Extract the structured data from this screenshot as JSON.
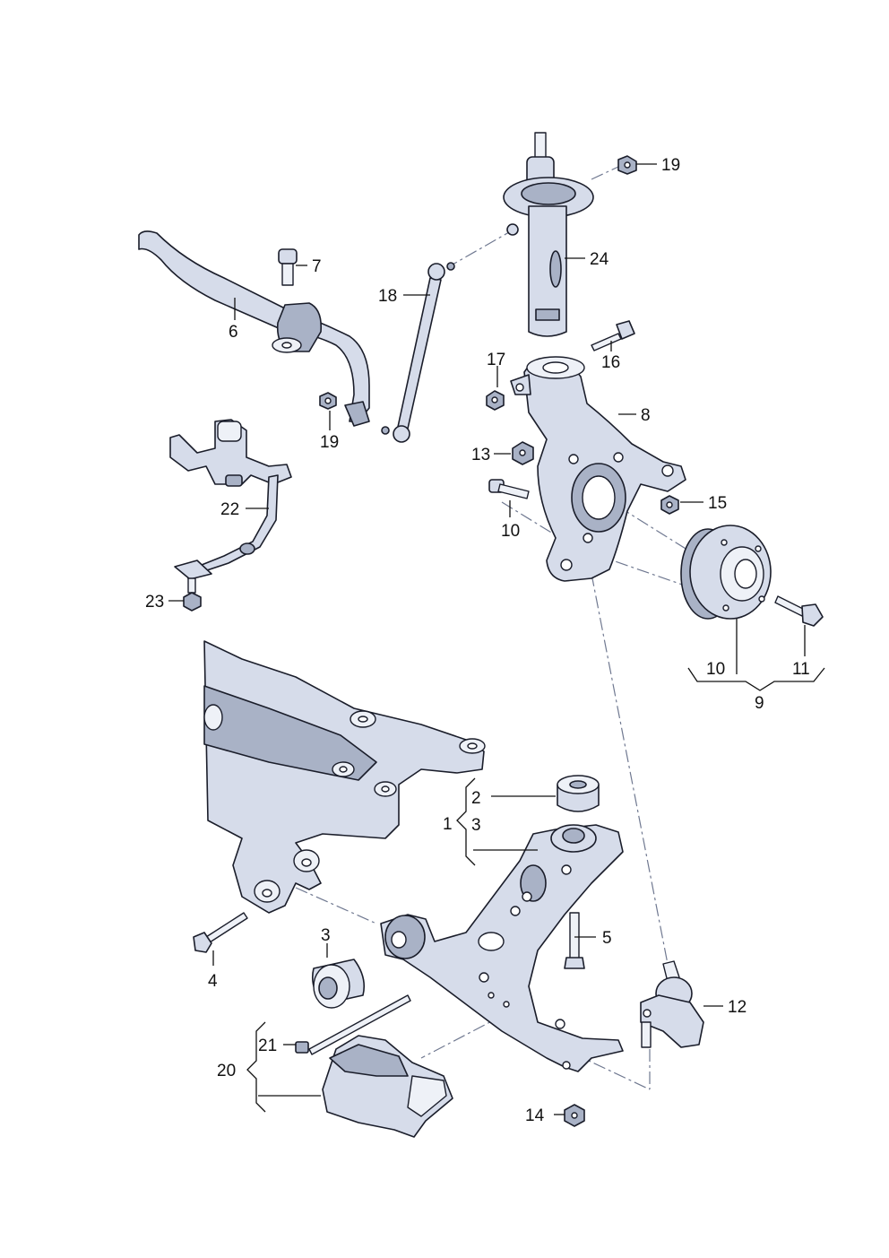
{
  "labels": {
    "l1": "1",
    "l2": "2",
    "l3a": "3",
    "l3b": "3",
    "l4": "4",
    "l5": "5",
    "l6": "6",
    "l7": "7",
    "l8": "8",
    "l9": "9",
    "l10a": "10",
    "l10b": "10",
    "l11": "11",
    "l12": "12",
    "l13": "13",
    "l14": "14",
    "l15": "15",
    "l16": "16",
    "l17": "17",
    "l18": "18",
    "l19a": "19",
    "l19b": "19",
    "l20": "20",
    "l21": "21",
    "l22": "22",
    "l23": "23",
    "l24": "24"
  },
  "colors": {
    "part_fill": "#d6dcea",
    "part_shade": "#a9b2c6",
    "outline": "#1a1d2a",
    "leader": "#111111"
  }
}
